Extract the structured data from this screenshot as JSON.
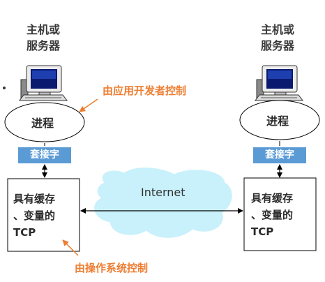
{
  "hosts": [
    {
      "label_line1": "主机或",
      "label_line2": "服务器",
      "process": "进程",
      "socket": "套接字",
      "tcp_line1": "具有缓存",
      "tcp_line2": "、变量的",
      "tcp_line3": "TCP"
    },
    {
      "label_line1": "主机或",
      "label_line2": "服务器",
      "process": "进程",
      "socket": "套接字",
      "tcp_line1": "具有缓存",
      "tcp_line2": "、变量的",
      "tcp_line3": "TCP"
    }
  ],
  "annotations": {
    "app_controlled": "由应用开发者控制",
    "os_controlled": "由操作系统控制"
  },
  "network": {
    "label": "Internet"
  },
  "colors": {
    "socket_bg": "#5b9bd5",
    "annotation": "#ed7d31",
    "cloud": "#c9f1fb",
    "box_border": "#000000"
  },
  "icons": [
    "computer-icon",
    "computer-icon"
  ]
}
